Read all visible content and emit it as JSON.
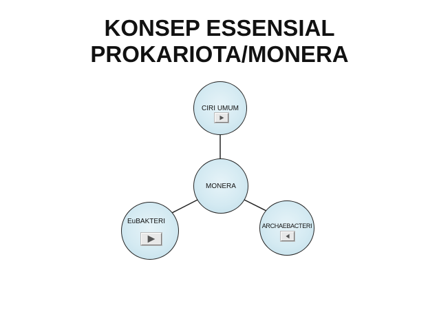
{
  "title": {
    "line1": "KONSEP ESSENSIAL",
    "line2": "PROKARIOTA/MONERA"
  },
  "diagram": {
    "center": {
      "label": "MONERA"
    },
    "nodes": [
      {
        "label": "CIRI UMUM",
        "button_icon": "play-next-icon"
      },
      {
        "label": "EuBAKTERI",
        "button_icon": "play-next-icon"
      },
      {
        "label": "ARCHAEBACTERI",
        "button_icon": "play-back-icon"
      }
    ]
  },
  "colors": {
    "node_fill": "#d4eaf2",
    "node_border": "#222222",
    "title_text": "#111111"
  }
}
